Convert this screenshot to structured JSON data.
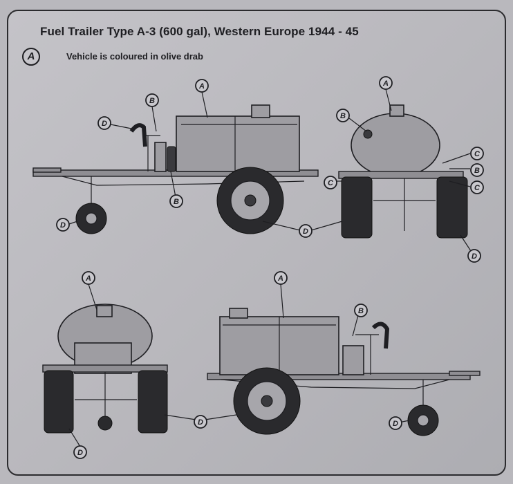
{
  "sheet": {
    "title": "Fuel Trailer Type A-3 (600 gal), Western Europe 1944 - 45",
    "colour_scheme_badge": "A",
    "colour_note": "Vehicle is coloured in olive drab"
  },
  "callouts": {
    "side_left": [
      {
        "letter": "A"
      },
      {
        "letter": "B"
      },
      {
        "letter": "D"
      },
      {
        "letter": "B"
      },
      {
        "letter": "D"
      },
      {
        "letter": "D"
      }
    ],
    "rear_top": [
      {
        "letter": "A"
      },
      {
        "letter": "B"
      },
      {
        "letter": "C"
      },
      {
        "letter": "B"
      },
      {
        "letter": "C"
      },
      {
        "letter": "C"
      },
      {
        "letter": "D"
      }
    ],
    "front_bottom": [
      {
        "letter": "A"
      },
      {
        "letter": "D"
      }
    ],
    "side_right": [
      {
        "letter": "A"
      },
      {
        "letter": "B"
      },
      {
        "letter": "D"
      },
      {
        "letter": "D"
      }
    ]
  },
  "colors": {
    "paper": "#c4c3c8",
    "ink": "#1e1e22",
    "olive_drab_tone": "#9e9da2",
    "tyre": "#2a2a2d"
  }
}
